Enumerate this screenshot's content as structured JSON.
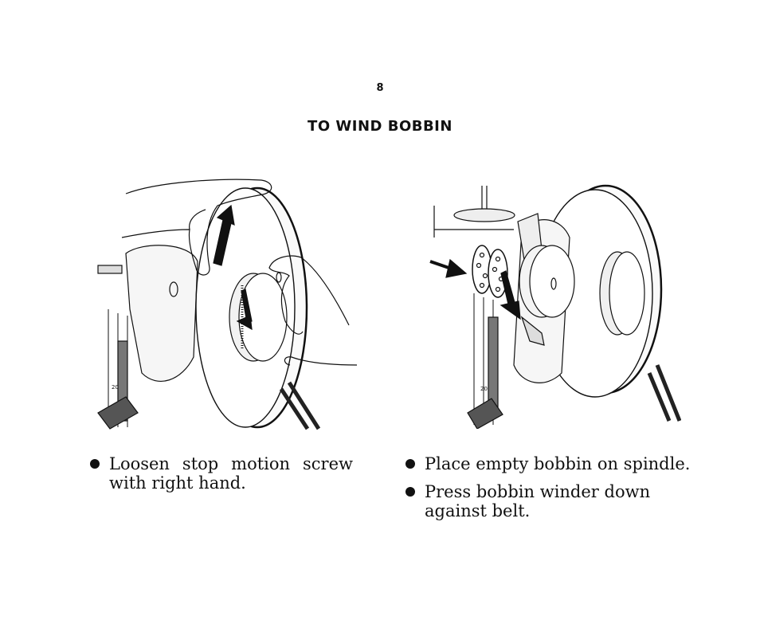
{
  "page": {
    "number": "8",
    "title": "TO WIND BOBBIN"
  },
  "left_panel": {
    "illustration_icon": "hand-turning-handwheel-illustration",
    "caption_items": [
      "Loosen stop motion screw with right hand."
    ]
  },
  "right_panel": {
    "illustration_icon": "bobbin-winder-illustration",
    "caption_items": [
      "Place empty bobbin on spindle.",
      "Press bobbin winder down against belt."
    ]
  },
  "colors": {
    "ink": "#111111",
    "paper": "#ffffff"
  }
}
